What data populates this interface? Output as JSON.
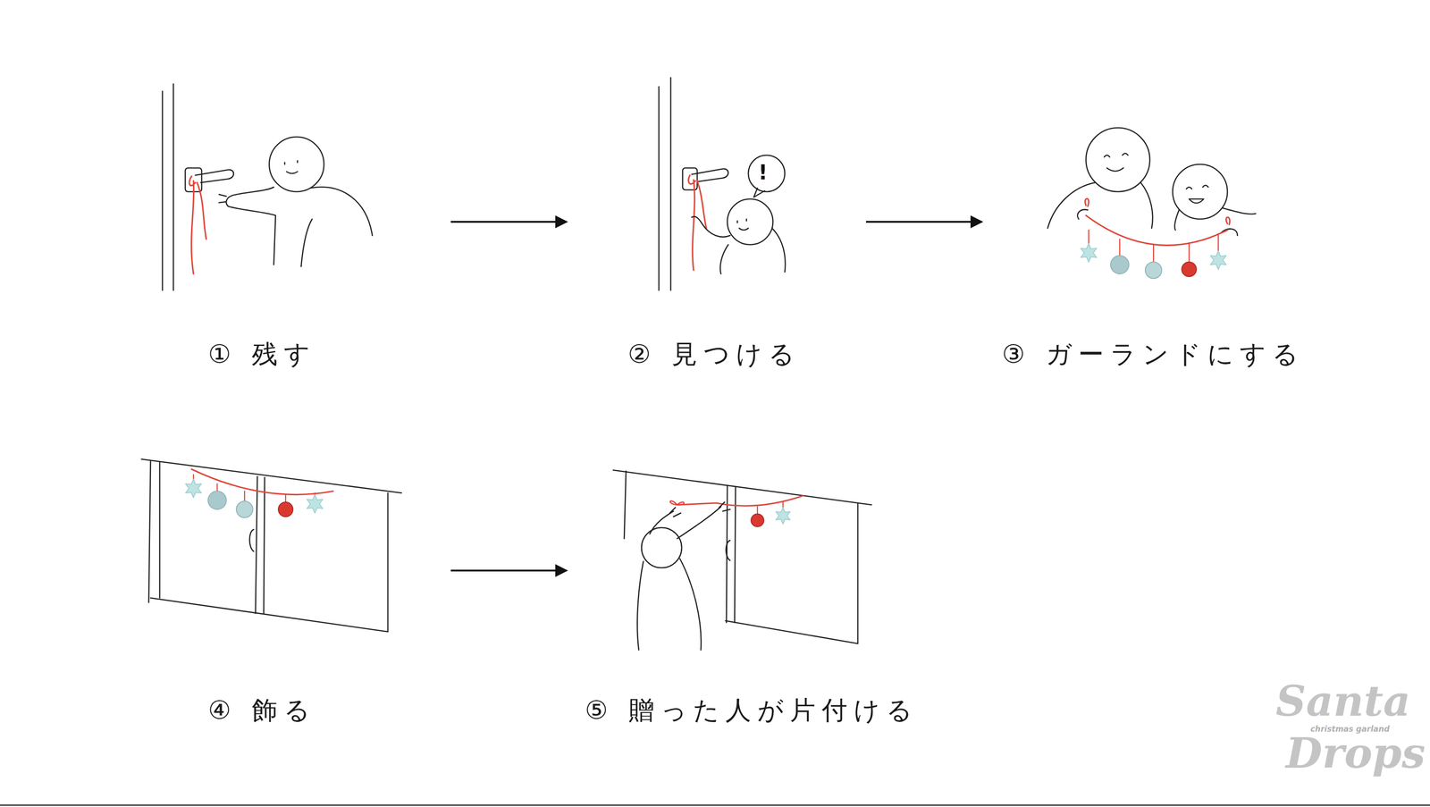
{
  "diagram": {
    "nodes": [
      {
        "text": [
          "① 残す"
        ]
      },
      {
        "text": [
          "② 見つける"
        ]
      },
      {
        "text": [
          "③ ガーランドにする"
        ]
      },
      {
        "text": [
          "④ 飾る"
        ]
      },
      {
        "text": [
          "⑤ 贈った人が片付ける"
        ]
      }
    ],
    "edges": [
      {
        "from": 0,
        "to": 1,
        "arrow": "to"
      },
      {
        "from": 1,
        "to": 2,
        "arrow": "to"
      },
      {
        "from": 3,
        "to": 4,
        "arrow": "to"
      }
    ],
    "labels": [
      "!",
      "Santa",
      "christmas garland",
      "Drops"
    ]
  }
}
